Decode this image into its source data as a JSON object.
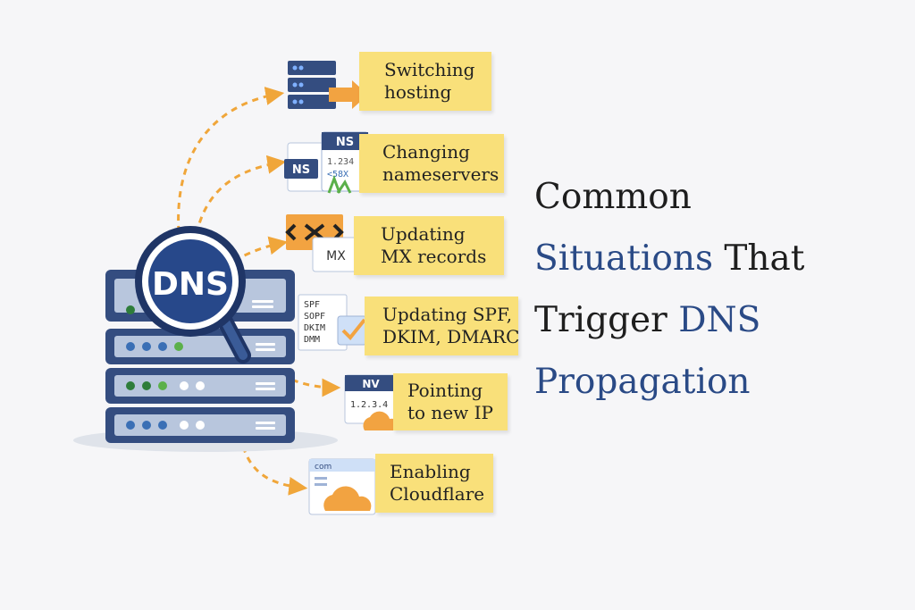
{
  "title": {
    "line1": "Common",
    "line2_highlight": "Situations",
    "line2_rest": " That",
    "line3_rest": "Trigger ",
    "line3_highlight": "DNS",
    "line4_highlight": "Propagation"
  },
  "hub": {
    "label": "DNS"
  },
  "situations": [
    {
      "line1": "Switching",
      "line2": "hosting"
    },
    {
      "line1": "Changing",
      "line2": "nameservers"
    },
    {
      "line1": "Updating",
      "line2": "MX records"
    },
    {
      "line1": "Updating SPF,",
      "line2": "DKIM, DMARC"
    },
    {
      "line1": "Pointing",
      "line2": "to new IP"
    },
    {
      "line1": "Enabling",
      "line2": "Cloudflare"
    }
  ],
  "icon_text": {
    "ns": "NS",
    "ns_value": "1.234",
    "ns_value2": "<58X",
    "mx": "MX",
    "spf_lines": [
      "SPF",
      "SOPF",
      "DKIM",
      "DMM"
    ],
    "ip_tag": "NV",
    "ip_value": "1.2.3.4",
    "com": "com"
  },
  "colors": {
    "accent_yellow": "#f9e07a",
    "arrow_orange": "#f0a63a",
    "server_navy": "#344d80",
    "title_blue": "#2a4a86",
    "cloud_orange": "#f2a341"
  }
}
